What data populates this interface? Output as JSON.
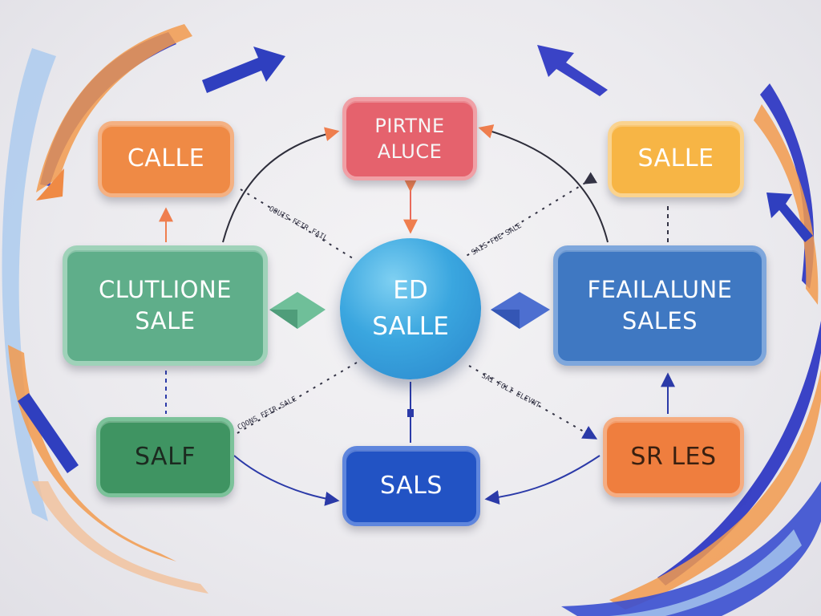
{
  "nodes": {
    "calle": {
      "lines": [
        "CALLE"
      ]
    },
    "pirtne_aluce": {
      "lines": [
        "PIRTNE",
        "ALUCE"
      ]
    },
    "salle_top_right": {
      "lines": [
        "SALLE"
      ]
    },
    "clutlione_sale": {
      "lines": [
        "CLUTLIONE",
        "SALE"
      ]
    },
    "ed_salle": {
      "lines": [
        "ED",
        "SALLE"
      ]
    },
    "feailalune_sales": {
      "lines": [
        "FEAILALUNE",
        "SALES"
      ]
    },
    "salf": {
      "lines": [
        "SALF"
      ]
    },
    "sals": {
      "lines": [
        "SALS"
      ]
    },
    "srles": {
      "lines": [
        "SR LES"
      ]
    }
  },
  "connector_labels": {
    "upper_left": "OOUIS FEIR FAIL",
    "upper_right": "SAIS FUE SALE",
    "lower_left": "COONS FEIR SALE",
    "lower_right": "SAI FOLI ELEVNT"
  },
  "colors": {
    "orange": "#ef8a45",
    "pink": "#e5626d",
    "yellow": "#f7b545",
    "green": "#5fae8a",
    "dark_green": "#3f9462",
    "blue": "#3f78c2",
    "royal_blue": "#2253c4",
    "cyan": "#3aa6df",
    "accent_arrow": "#3a43c6"
  }
}
